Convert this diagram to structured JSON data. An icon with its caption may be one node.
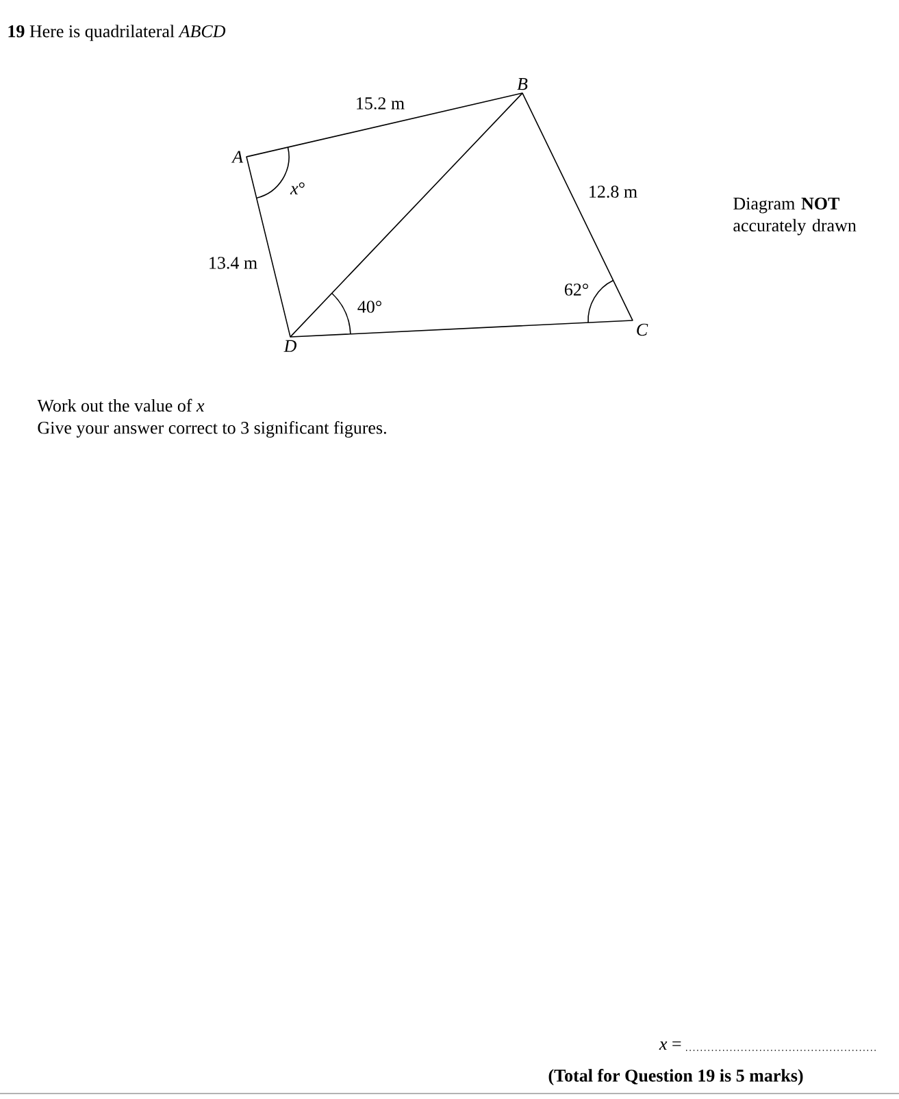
{
  "diagram": {
    "title": "**19** Here is quadrilateral *ABCD*",
    "nodes": [
      {
        "text": [
          "*A*"
        ]
      },
      {
        "text": [
          "*B*"
        ]
      },
      {
        "text": [
          "*C*"
        ]
      },
      {
        "text": [
          "*D*"
        ]
      }
    ],
    "edges": [
      {
        "from": 0,
        "to": 1,
        "arrow": "none",
        "label": "15.2 m"
      },
      {
        "from": 1,
        "to": 2,
        "arrow": "none",
        "label": "12.8 m"
      },
      {
        "from": 2,
        "to": 3,
        "arrow": "none"
      },
      {
        "from": 3,
        "to": 0,
        "arrow": "none",
        "label": "13.4 m"
      },
      {
        "from": 3,
        "to": 1,
        "arrow": "none"
      }
    ],
    "labels": [
      "*x*°",
      "40°",
      "62°",
      "Diagram **NOT** accurately drawn",
      "Work out the value of *x*",
      "Give your answer correct to 3 significant figures.",
      "*x* =",
      "(Total for Question 19 is 5 marks)"
    ]
  }
}
